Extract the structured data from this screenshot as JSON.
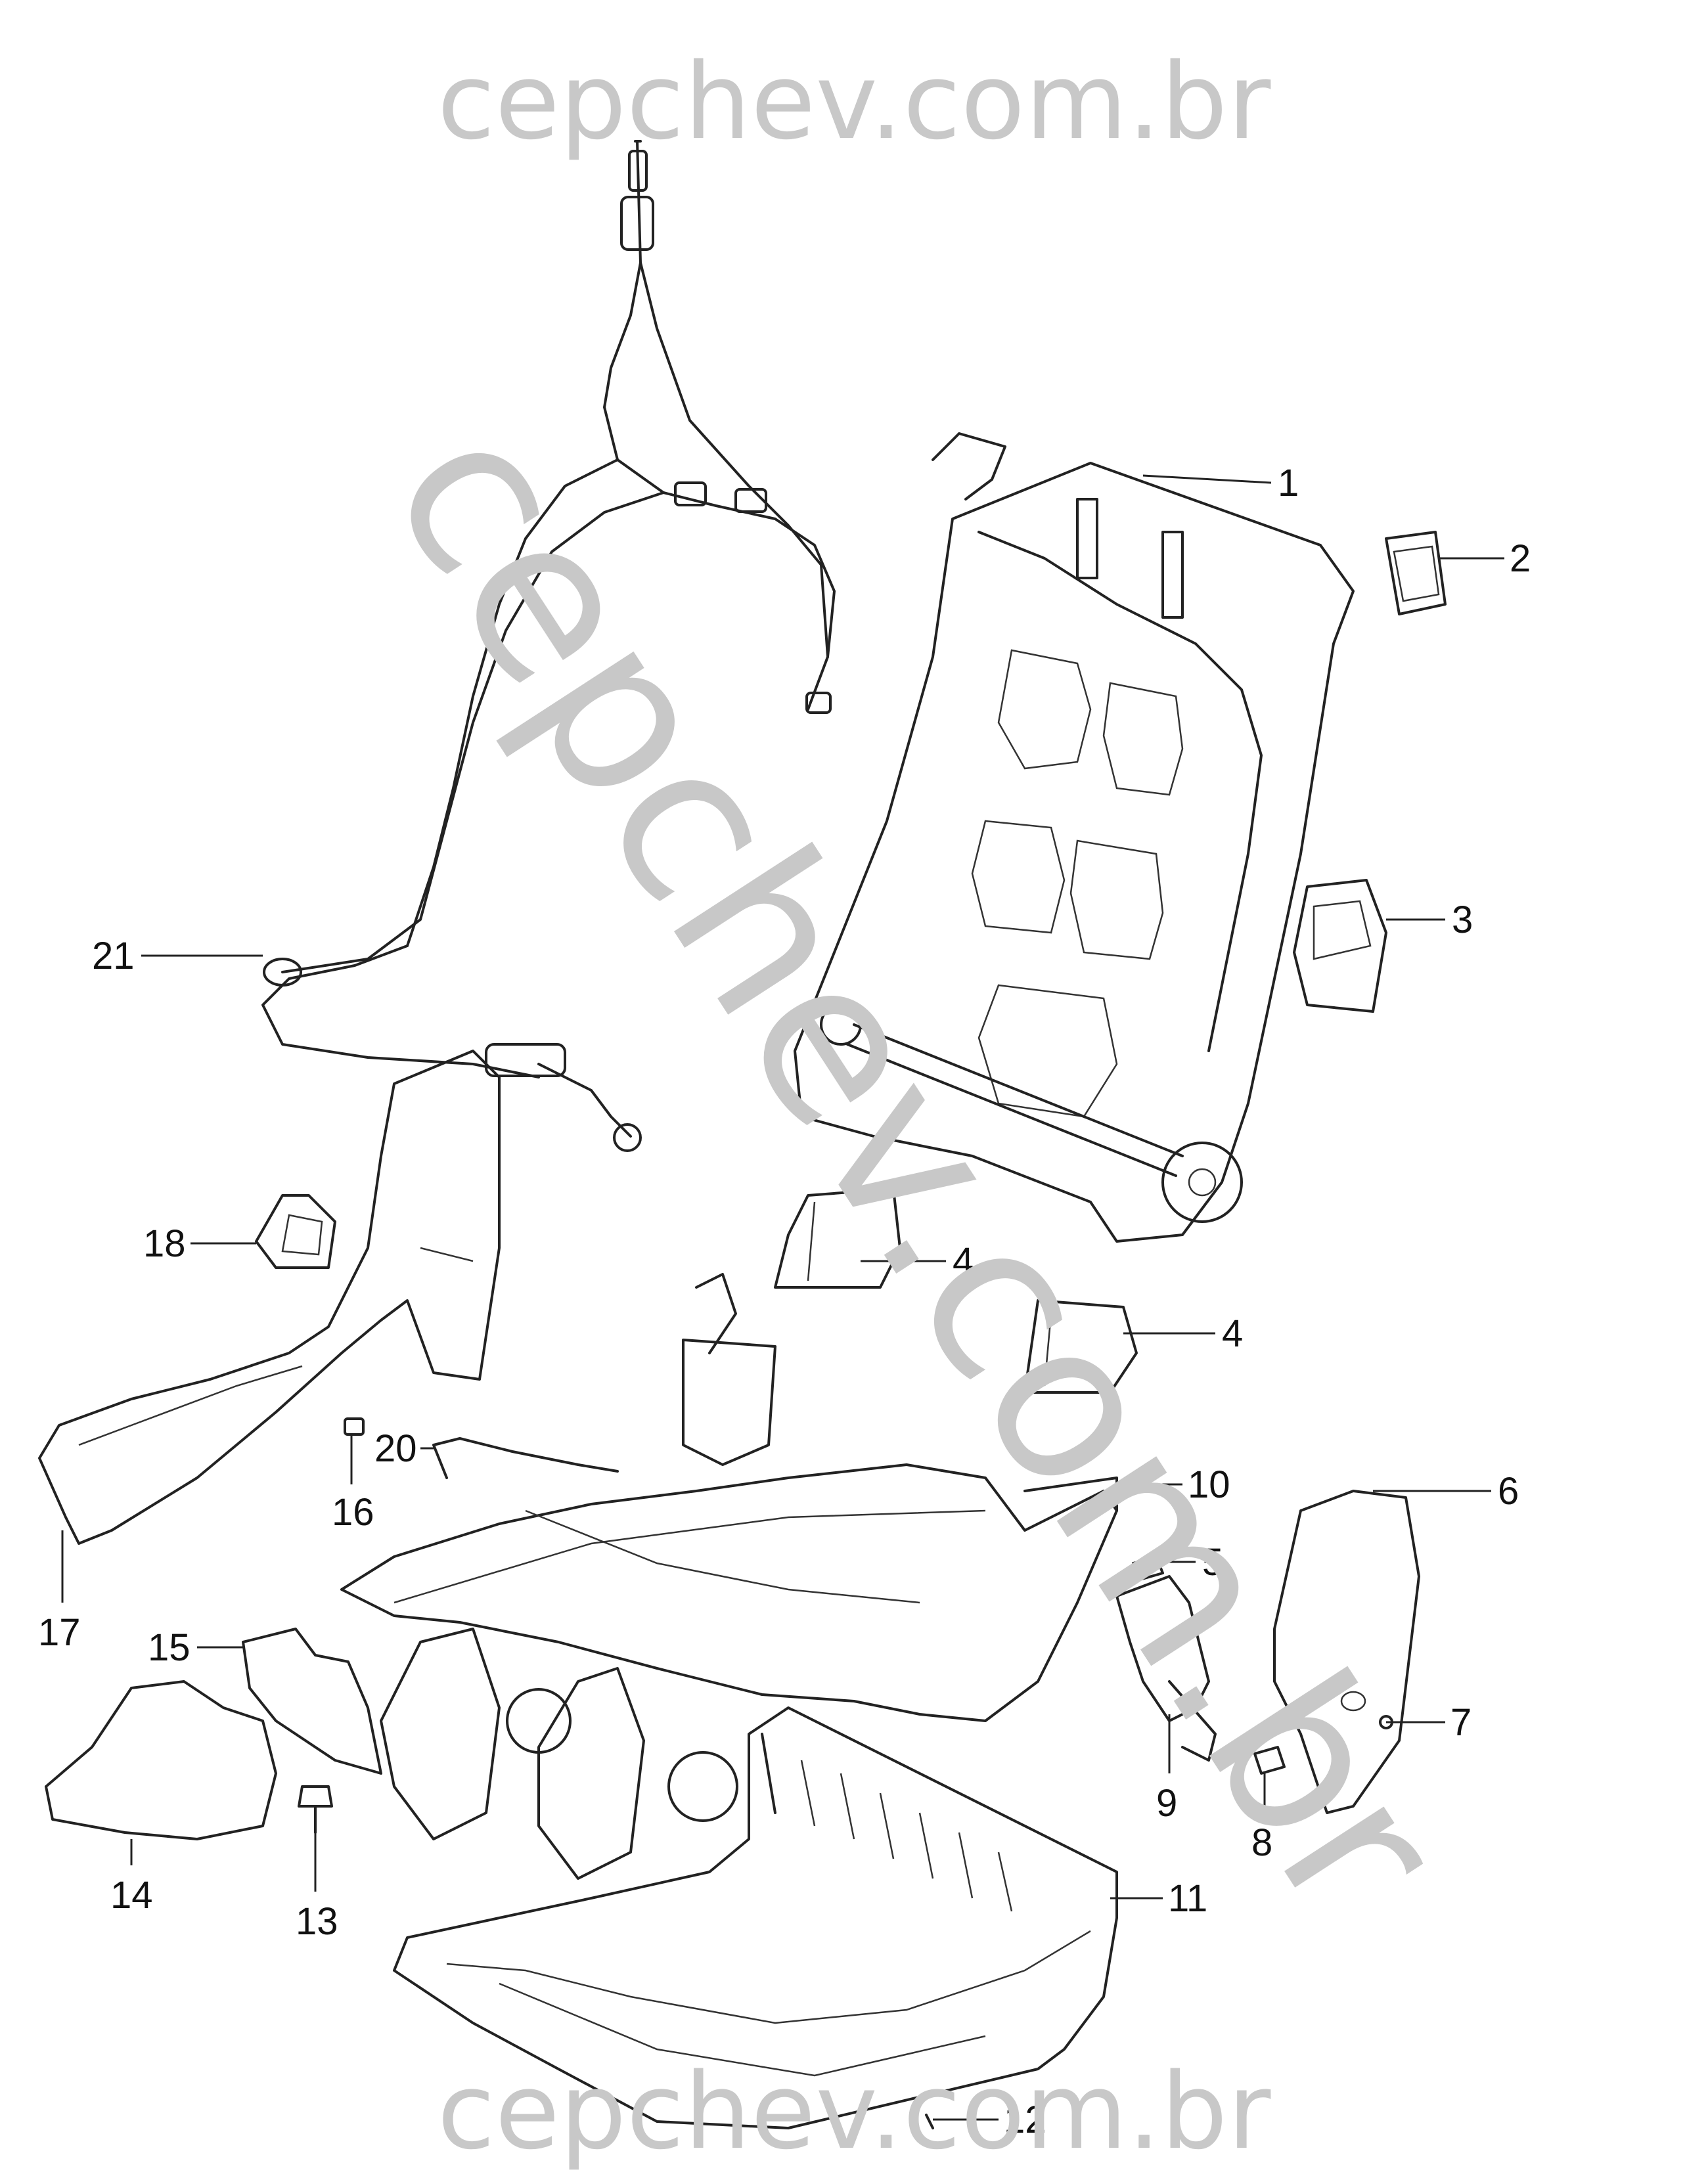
{
  "watermarks": {
    "top": "cepchev.com.br",
    "diagonal": "cepchev.com.br",
    "bottom": "cepchev.com.br"
  },
  "callouts": [
    {
      "id": "c1",
      "label": "1"
    },
    {
      "id": "c2",
      "label": "2"
    },
    {
      "id": "c3",
      "label": "3"
    },
    {
      "id": "c4a",
      "label": "4"
    },
    {
      "id": "c4b",
      "label": "4"
    },
    {
      "id": "c5",
      "label": "5"
    },
    {
      "id": "c6",
      "label": "6"
    },
    {
      "id": "c7",
      "label": "7"
    },
    {
      "id": "c8",
      "label": "8"
    },
    {
      "id": "c9",
      "label": "9"
    },
    {
      "id": "c10",
      "label": "10"
    },
    {
      "id": "c11",
      "label": "11"
    },
    {
      "id": "c12",
      "label": "12"
    },
    {
      "id": "c13",
      "label": "13"
    },
    {
      "id": "c14",
      "label": "14"
    },
    {
      "id": "c15",
      "label": "15"
    },
    {
      "id": "c16",
      "label": "16"
    },
    {
      "id": "c17",
      "label": "17"
    },
    {
      "id": "c18",
      "label": "18"
    },
    {
      "id": "c20",
      "label": "20"
    },
    {
      "id": "c21",
      "label": "21"
    }
  ]
}
